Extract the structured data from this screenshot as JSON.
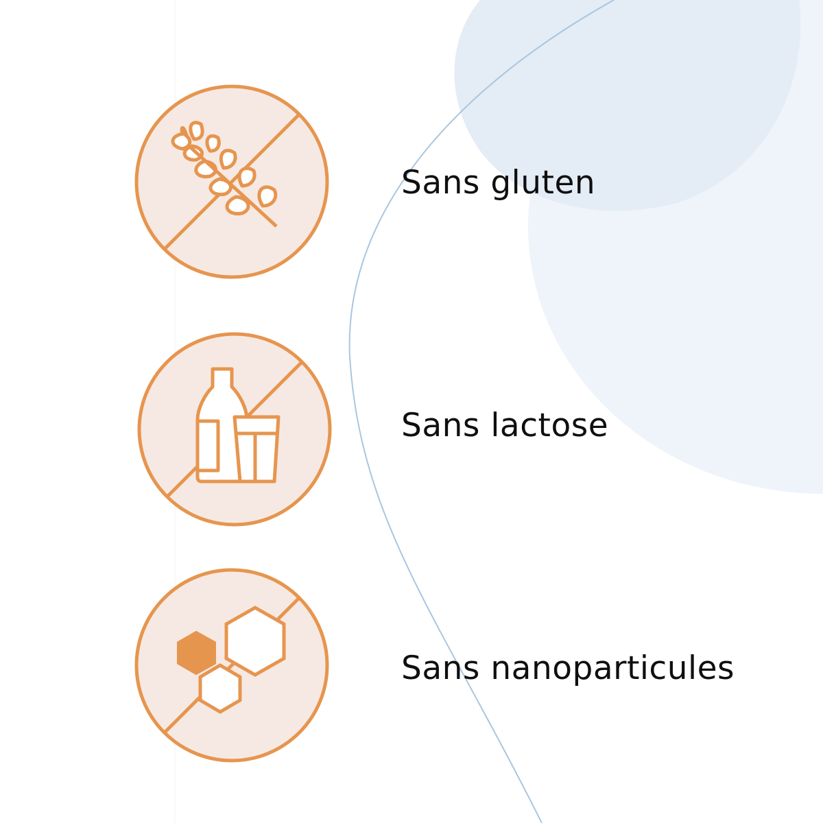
{
  "theme": {
    "accent": "#e6954f",
    "badge_fill": "#f6e9e3",
    "decor_blue": "#e4ecf5",
    "decor_blue_light": "#eff4fa",
    "decor_line": "#aac6df",
    "text": "#0f0f0f"
  },
  "badges": [
    {
      "label": "Sans gluten",
      "icon": "wheat-icon"
    },
    {
      "label": "Sans lactose",
      "icon": "milk-bottle-glass-icon"
    },
    {
      "label": "Sans nanoparticules",
      "icon": "hexagon-particles-icon"
    }
  ]
}
